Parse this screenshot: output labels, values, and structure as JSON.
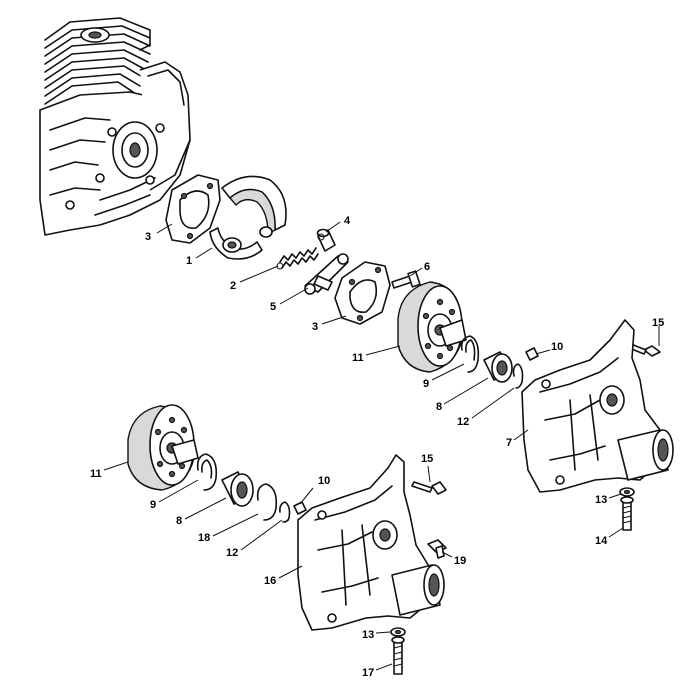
{
  "callouts": [
    {
      "id": "c3a",
      "label": "3"
    },
    {
      "id": "c1",
      "label": "1"
    },
    {
      "id": "c4",
      "label": "4"
    },
    {
      "id": "c2",
      "label": "2"
    },
    {
      "id": "c6",
      "label": "6"
    },
    {
      "id": "c5",
      "label": "5"
    },
    {
      "id": "c3b",
      "label": "3"
    },
    {
      "id": "c15a",
      "label": "15"
    },
    {
      "id": "c10a",
      "label": "10"
    },
    {
      "id": "c11a",
      "label": "11"
    },
    {
      "id": "c9a",
      "label": "9"
    },
    {
      "id": "c8a",
      "label": "8"
    },
    {
      "id": "c12a",
      "label": "12"
    },
    {
      "id": "c7",
      "label": "7"
    },
    {
      "id": "c13a",
      "label": "13"
    },
    {
      "id": "c14",
      "label": "14"
    },
    {
      "id": "c11b",
      "label": "11"
    },
    {
      "id": "c10b",
      "label": "10"
    },
    {
      "id": "c15b",
      "label": "15"
    },
    {
      "id": "c9b",
      "label": "9"
    },
    {
      "id": "c8b",
      "label": "8"
    },
    {
      "id": "c18",
      "label": "18"
    },
    {
      "id": "c12b",
      "label": "12"
    },
    {
      "id": "c16",
      "label": "16"
    },
    {
      "id": "c19",
      "label": "19"
    },
    {
      "id": "c13b",
      "label": "13"
    },
    {
      "id": "c17",
      "label": "17"
    }
  ]
}
